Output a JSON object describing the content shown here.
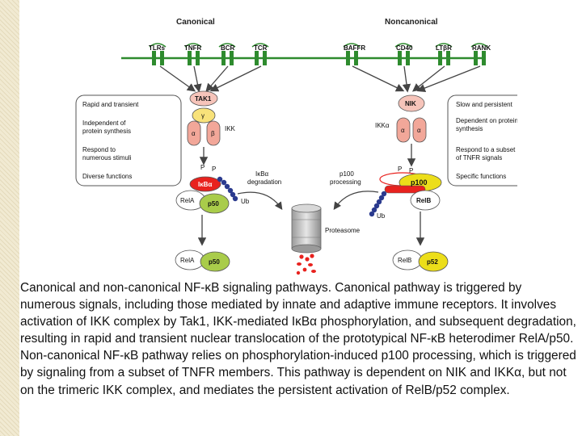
{
  "diagram": {
    "canonical_title": "Canonical",
    "noncanonical_title": "Noncanonical",
    "canonical_receptors": [
      "TLRs",
      "TNFR",
      "BCR",
      "TCR"
    ],
    "noncanonical_receptors": [
      "BAFFR",
      "CD40",
      "LTβR",
      "RANK"
    ],
    "canonical_features": [
      "Rapid and transient",
      "Independent of",
      "protein synthesis",
      "Respond to",
      "numerous stimuli",
      "Diverse functions"
    ],
    "noncanonical_features": [
      "Slow and persistent",
      "Dependent on protein",
      "synthesis",
      "Respond to a subset",
      "of TNFR signals",
      "Specific functions"
    ],
    "tak1": "TAK1",
    "gamma": "γ",
    "alpha": "α",
    "beta": "β",
    "ikk": "IKK",
    "nik": "NIK",
    "ikk_alpha": "IKKα",
    "phospho": "P",
    "ikba": "IκBα",
    "rela": "RelA",
    "p50": "p50",
    "ikba_degradation": [
      "IκBα",
      "degradation"
    ],
    "p100_processing": [
      "p100",
      "processing"
    ],
    "p100": "p100",
    "relb": "RelB",
    "p52": "p52",
    "ub": "Ub",
    "proteasome": "Proteasome",
    "colors": {
      "tak1": "#f6c4ba",
      "gamma": "#f8e27a",
      "ikk": "#f2a799",
      "ikba": "#e8221e",
      "p50": "#a9cc4a",
      "p100": "#ecde1a",
      "ub": "#2a3a8e",
      "membrane": "#2e8b2e"
    }
  },
  "caption": "Canonical and non-canonical NF-κB signaling pathways. Canonical pathway is triggered by numerous signals, including those mediated by innate and adaptive immune receptors. It involves activation of IKK complex by Tak1, IKK-mediated IκBα phosphorylation, and subsequent degradation, resulting in rapid and transient nuclear translocation of the prototypical NF-κB heterodimer RelA/p50. Non-canonical NF-κB pathway relies on phosphorylation-induced p100 processing, which is triggered by signaling from a subset of TNFR members. This pathway is dependent on NIK and IKKα, but not on the trimeric IKK complex, and mediates the persistent activation of RelB/p52 complex."
}
